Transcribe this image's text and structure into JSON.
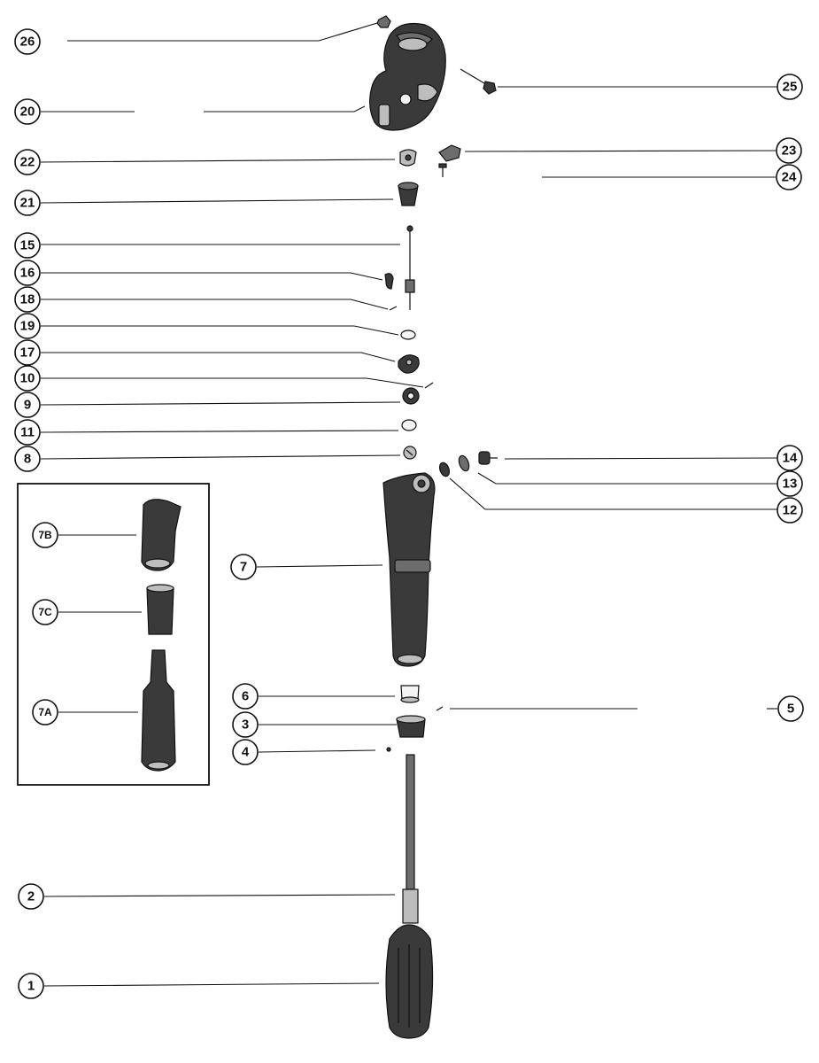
{
  "callouts": {
    "c26": "26",
    "c20": "20",
    "c25": "25",
    "c22": "22",
    "c23": "23",
    "c24": "24",
    "c21": "21",
    "c15": "15",
    "c16": "16",
    "c18": "18",
    "c19": "19",
    "c17": "17",
    "c10": "10",
    "c9": "9",
    "c11": "11",
    "c8": "8",
    "c14": "14",
    "c13": "13",
    "c12": "12",
    "c7": "7",
    "c7b": "7B",
    "c7c": "7C",
    "c7a": "7A",
    "c6": "6",
    "c5": "5",
    "c3": "3",
    "c4": "4",
    "c2": "2",
    "c1": "1"
  }
}
